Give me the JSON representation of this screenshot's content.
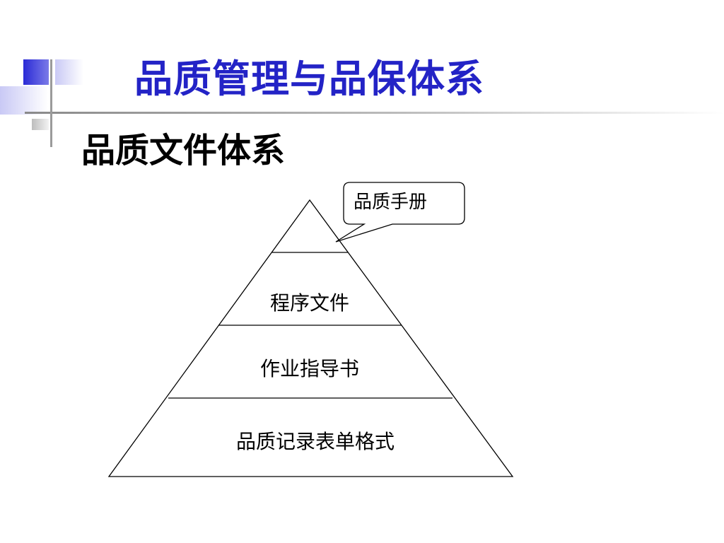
{
  "slide": {
    "title": "品质管理与品保体系",
    "subtitle": "品质文件体系"
  },
  "pyramid": {
    "callout": "品质手册",
    "levels": [
      "程序文件",
      "作业指导书",
      "品质记录表单格式"
    ]
  },
  "colors": {
    "title": "#2323c6",
    "accent_block": "#2b2bd6",
    "line": "#000000"
  }
}
